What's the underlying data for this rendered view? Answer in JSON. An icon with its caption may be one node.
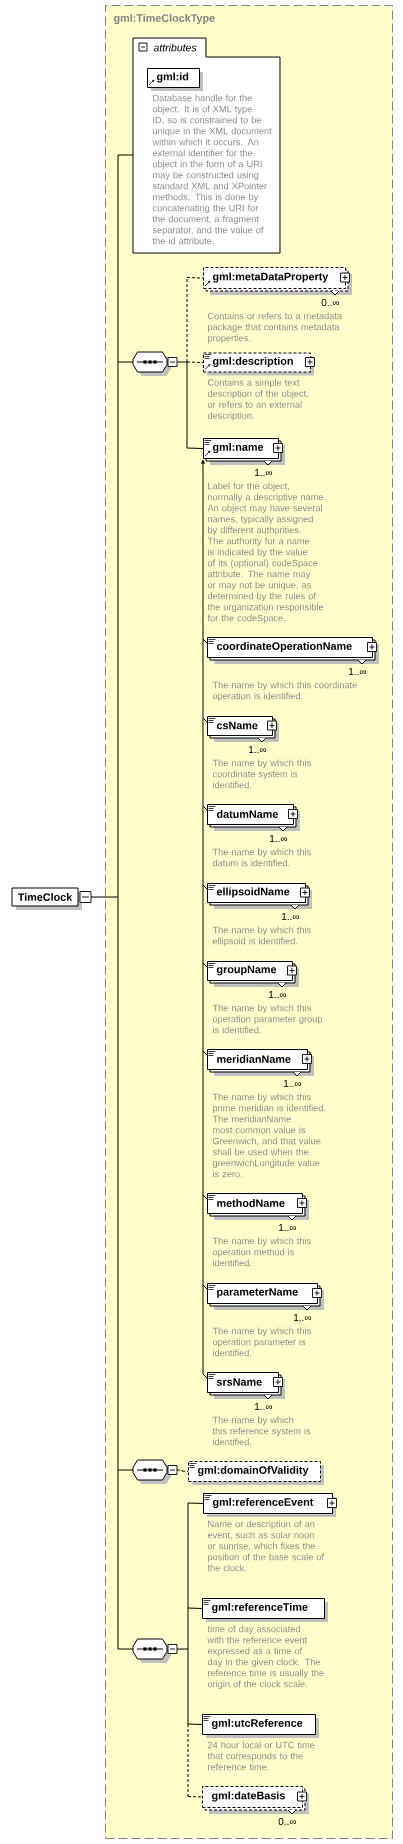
{
  "diagram": {
    "nodes": [
      {
        "text": [
          "TimeClock"
        ]
      },
      {
        "text": [
          "gml:TimeClockType"
        ]
      },
      {
        "text": [
          "attributes"
        ],
        "in": 1
      },
      {
        "text": [
          "gml:id"
        ],
        "in": 2,
        "beside": [
          "Database handle for the object. It is of XML type ID, so is constrained to be unique in the XML document within which it occurs. An external identifier for the object in the form of a URI may be constructed using standard XML and XPointer methods. This is done by concatenating the URI for the document, a fragment separator, and the value of the id attribute."
        ]
      },
      {
        "text": [],
        "shape": "octagon",
        "in": 1
      },
      {
        "text": [
          "gml:metaDataProperty"
        ],
        "in": 1,
        "beside": [
          "0..∞",
          "Contains or refers to a metadata package that contains metadata properties."
        ]
      },
      {
        "text": [
          "gml:description"
        ],
        "in": 1,
        "beside": [
          "Contains a simple text description of the object, or refers to an external description."
        ]
      },
      {
        "text": [
          "gml:name"
        ],
        "in": 1,
        "beside": [
          "1..∞",
          "Label for the object, normally a descriptive name. An object may have several names, typically assigned by different authorities. The authority for a name is indicated by the value of its (optional) codeSpace attribute. The name may or may not be unique, as determined by the rules of the organization responsible for the codeSpace."
        ]
      },
      {
        "text": [
          "coordinateOperationName"
        ],
        "in": 1,
        "beside": [
          "1..∞",
          "The name by which this coordinate operation is identified."
        ]
      },
      {
        "text": [
          "csName"
        ],
        "in": 1,
        "beside": [
          "1..∞",
          "The name by which this coordinate system is identified."
        ]
      },
      {
        "text": [
          "datumName"
        ],
        "in": 1,
        "beside": [
          "1..∞",
          "The name by which this datum is identified."
        ]
      },
      {
        "text": [
          "ellipsoidName"
        ],
        "in": 1,
        "beside": [
          "1..∞",
          "The name by which this ellipsoid is identified."
        ]
      },
      {
        "text": [
          "groupName"
        ],
        "in": 1,
        "beside": [
          "1..∞",
          "The name by which this operation parameter group is identified."
        ]
      },
      {
        "text": [
          "meridianName"
        ],
        "in": 1,
        "beside": [
          "1..∞",
          "The name by which this prime meridian is identified. The meridianName most common value is Greenwich, and that value shall be used when the greenwichLongitude value is zero."
        ]
      },
      {
        "text": [
          "methodName"
        ],
        "in": 1,
        "beside": [
          "1..∞",
          "The name by which this operation method is identified."
        ]
      },
      {
        "text": [
          "parameterName"
        ],
        "in": 1,
        "beside": [
          "1..∞",
          "The name by which this operation parameter is identified."
        ]
      },
      {
        "text": [
          "srsName"
        ],
        "in": 1,
        "beside": [
          "1..∞",
          "The name by which this reference system is identified."
        ]
      },
      {
        "text": [],
        "shape": "octagon",
        "in": 1
      },
      {
        "text": [
          "gml:domainOfValidity"
        ],
        "in": 1
      },
      {
        "text": [],
        "shape": "octagon",
        "in": 1
      },
      {
        "text": [
          "gml:referenceEvent"
        ],
        "in": 1,
        "beside": [
          "Name or description of an event, such as solar noon or sunrise, which fixes the position of the base scale of the clock."
        ]
      },
      {
        "text": [
          "gml:referenceTime"
        ],
        "in": 1,
        "beside": [
          "time of day associated with the reference event expressed as a time of day in the given clock. The reference time is usually the origin of the clock scale."
        ]
      },
      {
        "text": [
          "gml:utcReference"
        ],
        "in": 1,
        "beside": [
          "24 hour local or UTC time that corresponds to the reference time."
        ]
      },
      {
        "text": [
          "gml:dateBasis"
        ],
        "in": 1,
        "beside": [
          "0..∞"
        ]
      }
    ],
    "edges": [
      {
        "from": 0,
        "to": 2,
        "arrow": "none"
      },
      {
        "from": 0,
        "to": 4,
        "arrow": "none"
      },
      {
        "from": 0,
        "to": 17,
        "arrow": "none"
      },
      {
        "from": 0,
        "to": 19,
        "arrow": "none"
      },
      {
        "from": 4,
        "to": 5,
        "arrow": "none",
        "style": "dashed"
      },
      {
        "from": 4,
        "to": 6,
        "arrow": "none",
        "style": "dashed"
      },
      {
        "from": 4,
        "to": 7,
        "arrow": "none"
      },
      {
        "from": 8,
        "to": 7,
        "arrow": "to"
      },
      {
        "from": 9,
        "to": 7,
        "arrow": "to"
      },
      {
        "from": 10,
        "to": 7,
        "arrow": "to"
      },
      {
        "from": 11,
        "to": 7,
        "arrow": "to"
      },
      {
        "from": 12,
        "to": 7,
        "arrow": "to"
      },
      {
        "from": 13,
        "to": 7,
        "arrow": "to"
      },
      {
        "from": 14,
        "to": 7,
        "arrow": "to"
      },
      {
        "from": 15,
        "to": 7,
        "arrow": "to"
      },
      {
        "from": 16,
        "to": 7,
        "arrow": "to"
      },
      {
        "from": 17,
        "to": 18,
        "arrow": "none",
        "style": "dashed"
      },
      {
        "from": 19,
        "to": 20,
        "arrow": "none"
      },
      {
        "from": 19,
        "to": 21,
        "arrow": "none"
      },
      {
        "from": 19,
        "to": 22,
        "arrow": "none"
      },
      {
        "from": 19,
        "to": 23,
        "arrow": "none",
        "style": "dashed"
      }
    ]
  }
}
